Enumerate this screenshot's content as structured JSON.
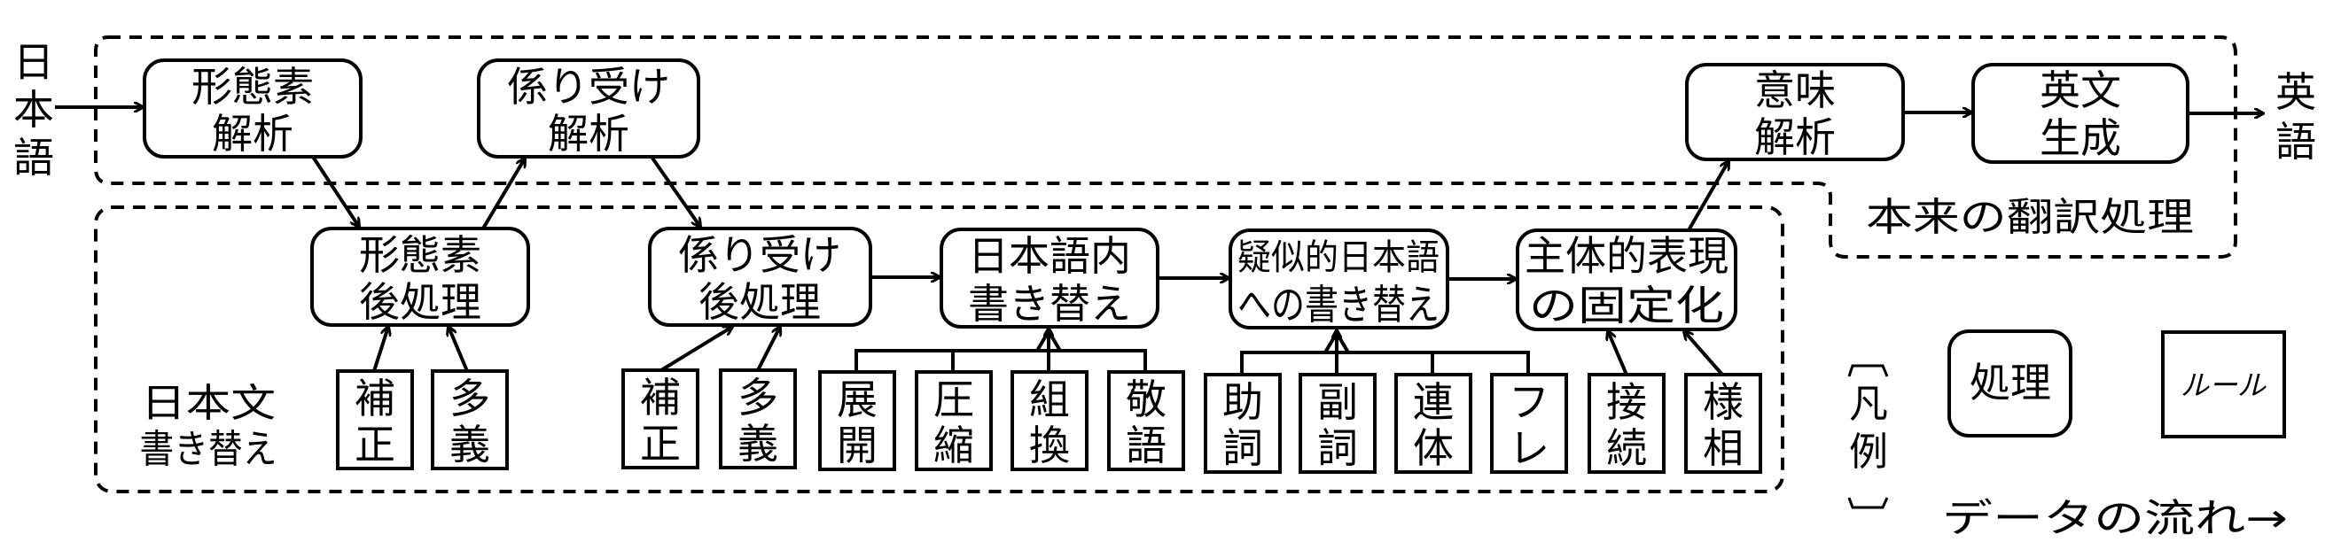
{
  "input_label": [
    "日",
    "本",
    "語"
  ],
  "output_label": [
    "英",
    "語"
  ],
  "groups": {
    "original_translation": "本来の翻訳処理",
    "japanese_rewriting": [
      "日本文",
      "書き替え"
    ]
  },
  "processes": {
    "morph_analysis": [
      "形態素",
      "解析"
    ],
    "dep_analysis": [
      "係り受け",
      "解析"
    ],
    "morph_post": [
      "形態素",
      "後処理"
    ],
    "dep_post": [
      "係り受け",
      "後処理"
    ],
    "ja_rewrite": [
      "日本語内",
      "書き替え"
    ],
    "pseudo_ja": [
      "疑似的日本語",
      "への書き替え"
    ],
    "subjective_fix": [
      "主体的表現",
      "の固定化"
    ],
    "semantic_analysis": [
      "意味",
      "解析"
    ],
    "english_generation": [
      "英文",
      "生成"
    ]
  },
  "rules": {
    "morph_post": [
      [
        "補",
        "正"
      ],
      [
        "多",
        "義"
      ]
    ],
    "dep_post": [
      [
        "補",
        "正"
      ],
      [
        "多",
        "義"
      ]
    ],
    "ja_rewrite": [
      [
        "展",
        "開"
      ],
      [
        "圧",
        "縮"
      ],
      [
        "組",
        "換"
      ],
      [
        "敬",
        "語"
      ]
    ],
    "pseudo_ja": [
      [
        "助",
        "詞"
      ],
      [
        "副",
        "詞"
      ],
      [
        "連",
        "体"
      ],
      [
        "フ",
        "レ"
      ]
    ],
    "subjective_fix": [
      [
        "接",
        "続"
      ],
      [
        "様",
        "相"
      ]
    ]
  },
  "legend": {
    "title": [
      "凡",
      "例"
    ],
    "process_label": "処理",
    "rule_label": "ルール",
    "flow_label": "データの流れ→"
  }
}
